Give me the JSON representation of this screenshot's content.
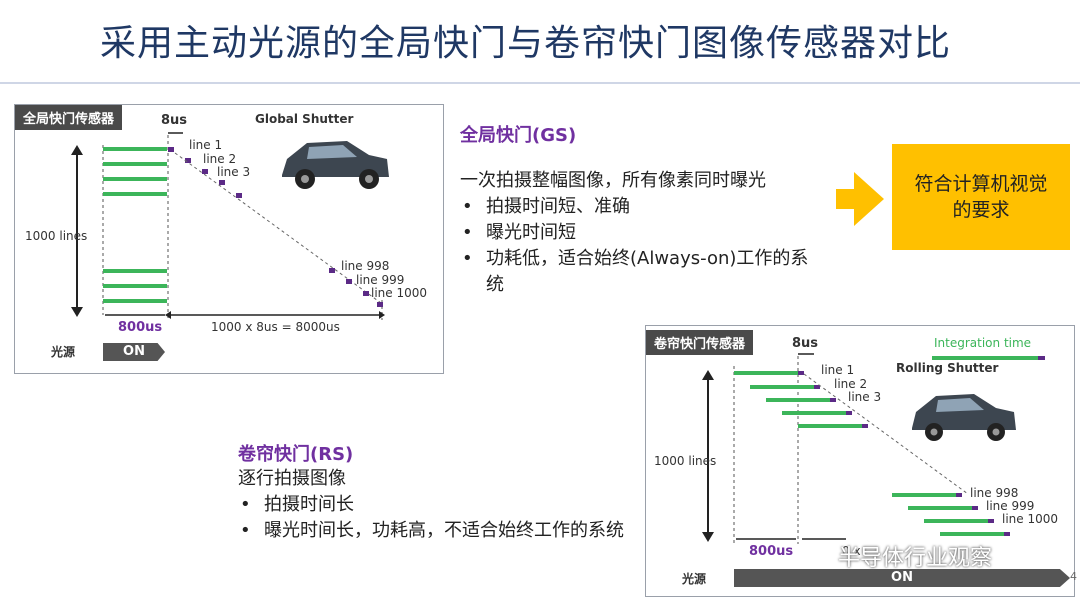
{
  "title": "采用主动光源的全局快门与卷帘快门图像传感器对比",
  "gs_diagram": {
    "tag": "全局快门传感器",
    "car_label": "Global Shutter",
    "time_label": "8us",
    "lines": [
      "line 1",
      "line 2",
      "line 3",
      "line 998",
      "line 999",
      "line 1000"
    ],
    "lines_label": "1000 lines",
    "exposure_label": "800us",
    "readout_label": "1000 x 8us = 8000us",
    "light_label": "光源",
    "on_label": "ON"
  },
  "gs_text": {
    "heading": "全局快门(GS)",
    "intro": "一次拍摄整幅图像，所有像素同时曝光",
    "bullets": [
      "拍摄时间短、准确",
      "曝光时间短",
      "功耗低，适合始终(Always-on)工作的系统"
    ]
  },
  "result_box": "符合计算机视觉的要求",
  "rs_text": {
    "heading": "卷帘快门(RS)",
    "intro": "逐行拍摄图像",
    "bullets": [
      "拍摄时间长",
      "曝光时间长，功耗高，不适合始终工作的系统"
    ]
  },
  "rs_diagram": {
    "tag": "卷帘快门传感器",
    "legend": "Integration time",
    "car_label": "Rolling Shutter",
    "time_label": "8us",
    "lines": [
      "line 1",
      "line 2",
      "line 3",
      "line 998",
      "line 999",
      "line 1000"
    ],
    "lines_label": "1000 lines",
    "exposure_label": "800us",
    "readout_label": "0 x",
    "light_label": "光源",
    "on_label": "ON"
  },
  "watermark": "半导体行业观察",
  "page_number": "4",
  "colors": {
    "green": "#3cb55a",
    "purple": "#5b2a86",
    "title": "#1f3864",
    "accent": "#7030a0",
    "yellow": "#ffc000"
  }
}
